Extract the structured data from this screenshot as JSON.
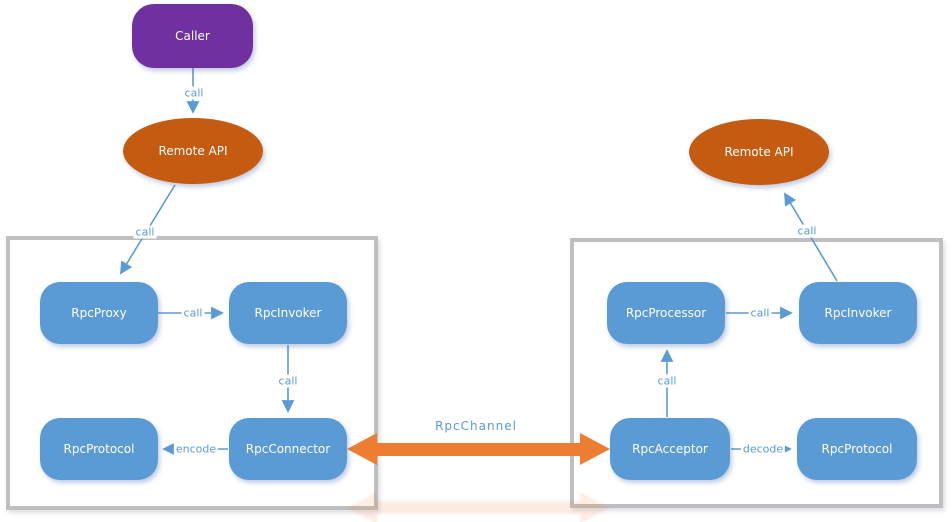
{
  "nodes": {
    "caller": {
      "label": "Caller"
    },
    "remote_api_left": {
      "label": "Remote API"
    },
    "remote_api_right": {
      "label": "Remote API"
    },
    "rpc_proxy": {
      "label": "RpcProxy"
    },
    "rpc_invoker_left": {
      "label": "RpcInvoker"
    },
    "rpc_protocol_left": {
      "label": "RpcProtocol"
    },
    "rpc_connector": {
      "label": "RpcConnector"
    },
    "rpc_processor": {
      "label": "RpcProcessor"
    },
    "rpc_invoker_right": {
      "label": "RpcInvoker"
    },
    "rpc_acceptor": {
      "label": "RpcAcceptor"
    },
    "rpc_protocol_right": {
      "label": "RpcProtocol"
    }
  },
  "edges": {
    "caller_to_remote_api": {
      "label": "call"
    },
    "remote_api_to_proxy": {
      "label": "call"
    },
    "proxy_to_invoker": {
      "label": "call"
    },
    "invoker_to_connector": {
      "label": "call"
    },
    "connector_to_protocol": {
      "label": "encode"
    },
    "rpc_channel": {
      "label": "RpcChannel"
    },
    "acceptor_to_processor": {
      "label": "call"
    },
    "processor_to_invoker": {
      "label": "call"
    },
    "acceptor_to_protocol": {
      "label": "decode"
    },
    "invoker_to_remote_api": {
      "label": "call"
    }
  },
  "colors": {
    "caller_purple": "#7030A0",
    "remote_api_orange": "#C55A11",
    "node_blue": "#5B9BD5",
    "channel_orange": "#ED7D31",
    "edge_blue": "#5B9BD5",
    "container_border_gray": "#BFBFBF"
  }
}
